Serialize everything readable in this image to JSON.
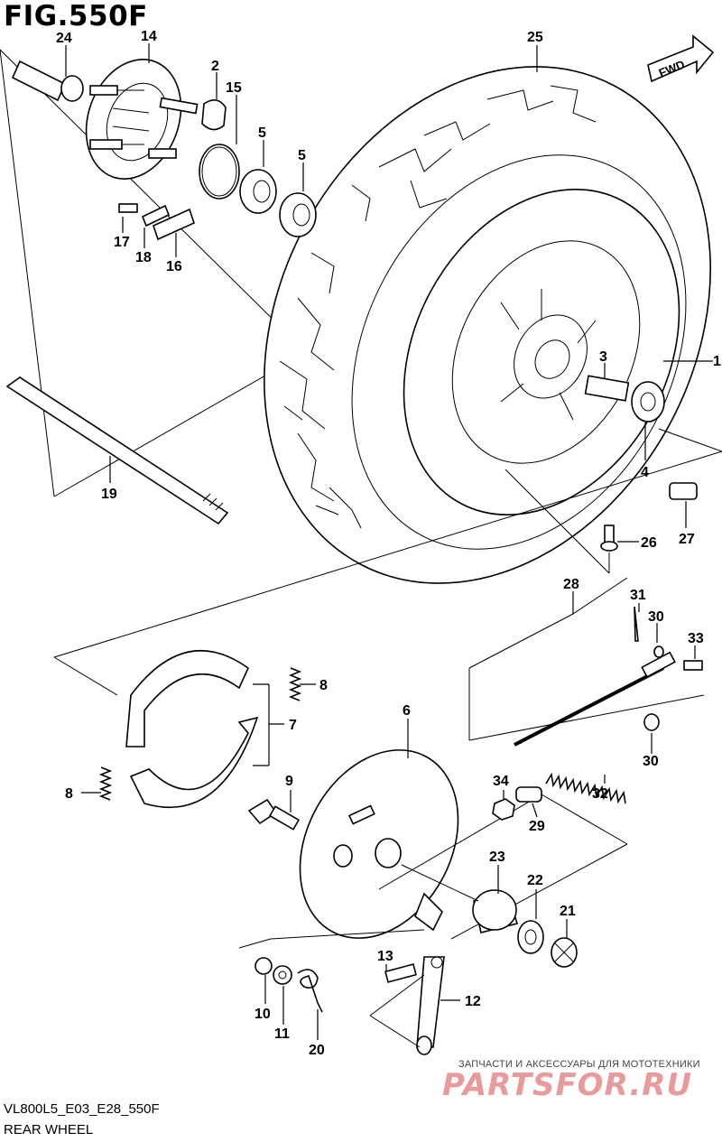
{
  "figure": {
    "title": "FIG.550F",
    "code": "VL800L5_E03_E28_550F",
    "name": "REAR WHEEL",
    "fwd_label": "FWD"
  },
  "watermark": {
    "tagline": "ЗАПЧАСТИ И АКСЕССУАРЫ ДЛЯ МОТОТЕХНИКИ",
    "logo": "PARTSFOR.RU"
  },
  "callouts": {
    "p1": "1",
    "p2": "2",
    "p3": "3",
    "p4": "4",
    "p5a": "5",
    "p5b": "5",
    "p6": "6",
    "p7": "7",
    "p8a": "8",
    "p8b": "8",
    "p9": "9",
    "p10": "10",
    "p11": "11",
    "p12": "12",
    "p13": "13",
    "p14": "14",
    "p15": "15",
    "p16": "16",
    "p17": "17",
    "p18": "18",
    "p19": "19",
    "p20": "20",
    "p21": "21",
    "p22": "22",
    "p23": "23",
    "p24": "24",
    "p25": "25",
    "p26": "26",
    "p27": "27",
    "p28": "28",
    "p29": "29",
    "p30a": "30",
    "p30b": "30",
    "p31": "31",
    "p32": "32",
    "p33": "33",
    "p34": "34"
  }
}
